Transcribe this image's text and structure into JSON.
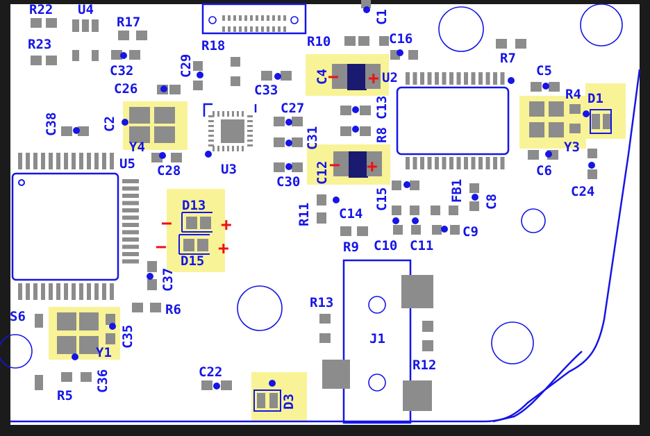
{
  "colors": {
    "board": "#ffffff",
    "frame": "#2b2b2b",
    "silkscreen": "#1515e6",
    "pad": "#8c8c8c",
    "highlight": "#f8f396",
    "polarity": "#ee1111",
    "via": "#1515e6"
  },
  "labels": {
    "R22": "R22",
    "U4": "U4",
    "C1": "C1",
    "R17": "R17",
    "R23": "R23",
    "R18": "R18",
    "R10": "R10",
    "C16": "C16",
    "R7": "R7",
    "C32": "C32",
    "C29": "C29",
    "C4": "C4",
    "U2": "U2",
    "C5": "C5",
    "C26": "C26",
    "C33": "C33",
    "R4": "R4",
    "D1": "D1",
    "C38": "C38",
    "C2": "C2",
    "C27": "C27",
    "C13": "C13",
    "R8": "R8",
    "C31": "C31",
    "Y4": "Y4",
    "Y3": "Y3",
    "C28": "C28",
    "U5": "U5",
    "U3": "U3",
    "C12": "C12",
    "C6": "C6",
    "C30": "C30",
    "C15": "C15",
    "FB1": "FB1",
    "C24": "C24",
    "C8": "C8",
    "D13": "D13",
    "R11": "R11",
    "C14": "C14",
    "C9": "C9",
    "D15": "D15",
    "R9": "R9",
    "C10": "C10",
    "C11": "C11",
    "C37": "C37",
    "R13": "R13",
    "S6": "S6",
    "R6": "R6",
    "C35": "C35",
    "J1": "J1",
    "Y1": "Y1",
    "R12": "R12",
    "C36": "C36",
    "R5": "R5",
    "C22": "C22",
    "D3": "D3"
  },
  "polarity_marks": {
    "minus": "−",
    "plus": "+"
  }
}
